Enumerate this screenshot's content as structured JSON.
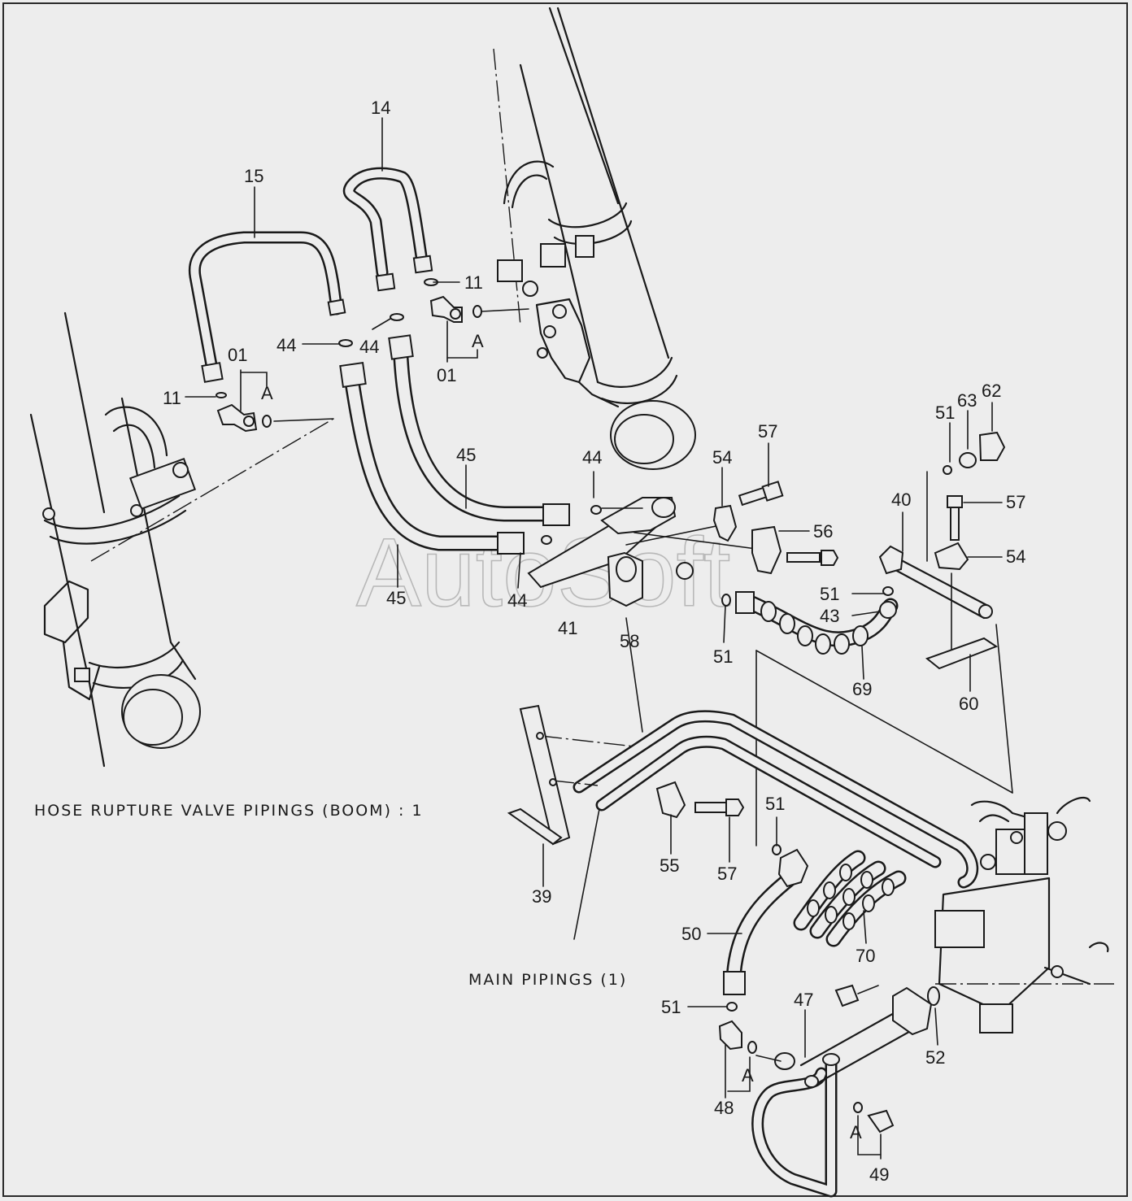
{
  "captions": {
    "boom": "HOSE RUPTURE VALVE PIPINGS (BOOM) : 1",
    "main": "MAIN PIPINGS (1)"
  },
  "watermark": "AutoSoft",
  "callouts": [
    {
      "id": "c-14",
      "text": "14"
    },
    {
      "id": "c-15",
      "text": "15"
    },
    {
      "id": "c-11a",
      "text": "11"
    },
    {
      "id": "c-11b",
      "text": "11"
    },
    {
      "id": "c-44a",
      "text": "44"
    },
    {
      "id": "c-44b",
      "text": "44"
    },
    {
      "id": "c-44c",
      "text": "44"
    },
    {
      "id": "c-44d",
      "text": "44"
    },
    {
      "id": "c-01a",
      "text": "01"
    },
    {
      "id": "c-01b",
      "text": "01"
    },
    {
      "id": "c-Aa",
      "text": "A"
    },
    {
      "id": "c-Ab",
      "text": "A"
    },
    {
      "id": "c-Ac",
      "text": "A"
    },
    {
      "id": "c-Ad",
      "text": "A"
    },
    {
      "id": "c-45a",
      "text": "45"
    },
    {
      "id": "c-45b",
      "text": "45"
    },
    {
      "id": "c-41",
      "text": "41"
    },
    {
      "id": "c-58",
      "text": "58"
    },
    {
      "id": "c-54a",
      "text": "54"
    },
    {
      "id": "c-54b",
      "text": "54"
    },
    {
      "id": "c-57a",
      "text": "57"
    },
    {
      "id": "c-57b",
      "text": "57"
    },
    {
      "id": "c-57c",
      "text": "57"
    },
    {
      "id": "c-56",
      "text": "56"
    },
    {
      "id": "c-51a",
      "text": "51"
    },
    {
      "id": "c-51b",
      "text": "51"
    },
    {
      "id": "c-51c",
      "text": "51"
    },
    {
      "id": "c-51d",
      "text": "51"
    },
    {
      "id": "c-51e",
      "text": "51"
    },
    {
      "id": "c-63",
      "text": "63"
    },
    {
      "id": "c-62",
      "text": "62"
    },
    {
      "id": "c-40",
      "text": "40"
    },
    {
      "id": "c-43",
      "text": "43"
    },
    {
      "id": "c-69",
      "text": "69"
    },
    {
      "id": "c-60",
      "text": "60"
    },
    {
      "id": "c-39",
      "text": "39"
    },
    {
      "id": "c-55",
      "text": "55"
    },
    {
      "id": "c-50",
      "text": "50"
    },
    {
      "id": "c-70",
      "text": "70"
    },
    {
      "id": "c-47",
      "text": "47"
    },
    {
      "id": "c-52",
      "text": "52"
    },
    {
      "id": "c-48",
      "text": "48"
    },
    {
      "id": "c-49",
      "text": "49"
    }
  ]
}
